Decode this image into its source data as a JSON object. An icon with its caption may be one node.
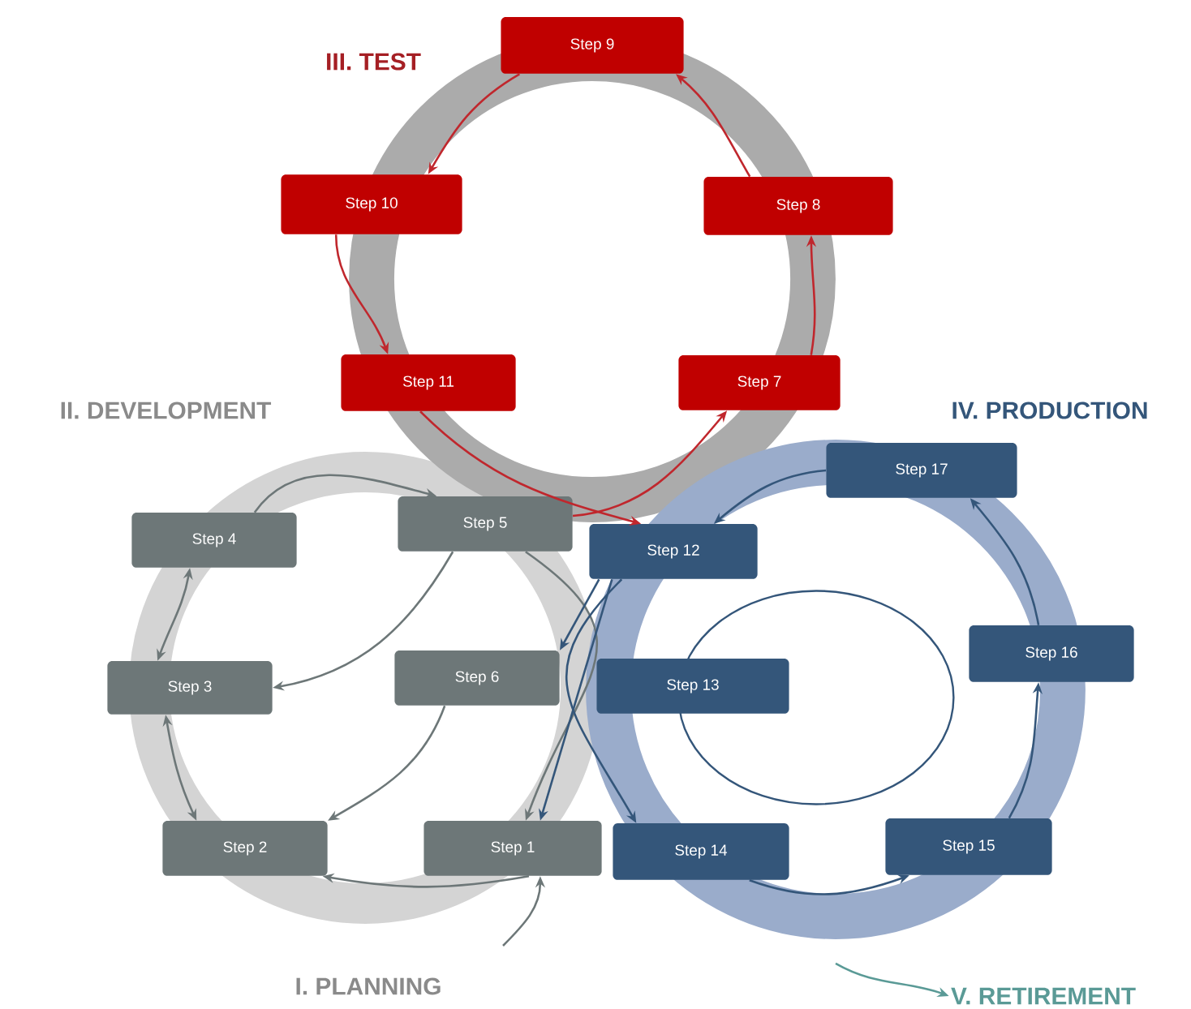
{
  "diagram": {
    "nodes": [
      {
        "text": [
          "Step 1"
        ]
      },
      {
        "text": [
          "Step 2"
        ]
      },
      {
        "text": [
          "Step 3"
        ]
      },
      {
        "text": [
          "Step 4"
        ]
      },
      {
        "text": [
          "Step 5"
        ]
      },
      {
        "text": [
          "Step 6"
        ]
      },
      {
        "text": [
          "Step 7"
        ]
      },
      {
        "text": [
          "Step 8"
        ]
      },
      {
        "text": [
          "Step 9"
        ]
      },
      {
        "text": [
          "Step 10"
        ]
      },
      {
        "text": [
          "Step 11"
        ]
      },
      {
        "text": [
          "Step 12"
        ]
      },
      {
        "text": [
          "Step 13"
        ]
      },
      {
        "text": [
          "Step 14"
        ]
      },
      {
        "text": [
          "Step 15"
        ]
      },
      {
        "text": [
          "Step 16"
        ]
      },
      {
        "text": [
          "Step 17"
        ]
      },
      {
        "text": [
          "V. RETIREMENT"
        ]
      },
      {
        "text": [],
        "shape": "circle"
      }
    ],
    "edges": [
      {
        "from": null,
        "to": 0,
        "arrow": "to",
        "color": "#6d7778"
      },
      {
        "from": 0,
        "to": 1,
        "arrow": "to",
        "color": "#6d7778"
      },
      {
        "from": 1,
        "to": 2,
        "arrow": "both",
        "color": "#6d7778"
      },
      {
        "from": 2,
        "to": 3,
        "arrow": "both",
        "color": "#6d7778"
      },
      {
        "from": 3,
        "to": 4,
        "arrow": "to",
        "color": "#6d7778"
      },
      {
        "from": 4,
        "to": 2,
        "arrow": "to",
        "color": "#6d7778"
      },
      {
        "from": 4,
        "to": 0,
        "arrow": "to",
        "color": "#6d7778"
      },
      {
        "from": 5,
        "to": 1,
        "arrow": "to",
        "color": "#6d7778"
      },
      {
        "from": 4,
        "to": 6,
        "arrow": "to",
        "color": "#c0272d"
      },
      {
        "from": 6,
        "to": 7,
        "arrow": "to",
        "color": "#c0272d"
      },
      {
        "from": 7,
        "to": 8,
        "arrow": "to",
        "color": "#c0272d"
      },
      {
        "from": 8,
        "to": 9,
        "arrow": "to",
        "color": "#c0272d"
      },
      {
        "from": 9,
        "to": 10,
        "arrow": "to",
        "color": "#c0272d"
      },
      {
        "from": 10,
        "to": 11,
        "arrow": "to",
        "color": "#c0272d"
      },
      {
        "from": 16,
        "to": 11,
        "arrow": "to",
        "color": "#34567a"
      },
      {
        "from": 11,
        "to": 5,
        "arrow": "to",
        "color": "#34567a"
      },
      {
        "from": 11,
        "to": 0,
        "arrow": "to",
        "color": "#34567a"
      },
      {
        "from": 11,
        "to": 13,
        "arrow": "to",
        "color": "#34567a"
      },
      {
        "from": 13,
        "to": 14,
        "arrow": "to",
        "color": "#34567a"
      },
      {
        "from": 14,
        "to": 15,
        "arrow": "to",
        "color": "#34567a"
      },
      {
        "from": 15,
        "to": 16,
        "arrow": "to",
        "color": "#34567a"
      },
      {
        "from": null,
        "to": 17,
        "arrow": "to",
        "color": "#5a9a96"
      }
    ],
    "labels": [
      "III. TEST",
      "II. DEVELOPMENT",
      "IV. PRODUCTION",
      "I. PLANNING"
    ]
  }
}
